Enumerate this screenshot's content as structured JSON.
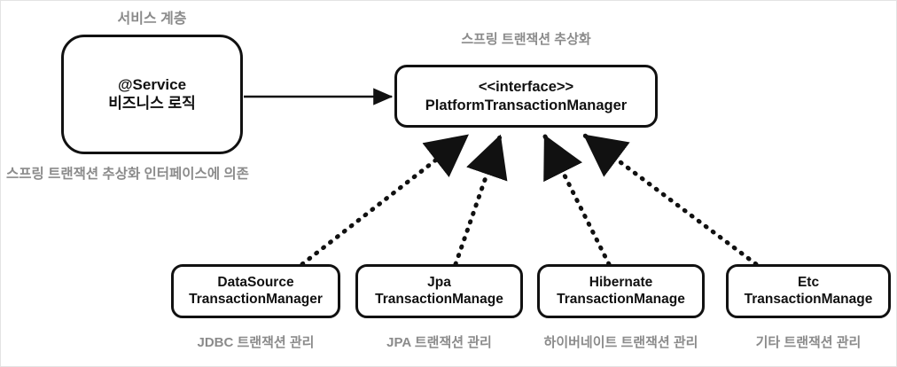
{
  "diagram": {
    "title_service_layer": "서비스 계층",
    "title_abstraction": "스프링 트랜잭션 추상화",
    "note_depends": "스프링 트랜잭션 추상화 인터페이스에 의존",
    "colors": {
      "stroke": "#111111",
      "caption": "#8b8b8b",
      "background": "#ffffff",
      "frame": "#e3e3e3"
    },
    "nodes": {
      "service": {
        "line1": "@Service",
        "line2": "비즈니스 로직"
      },
      "interface": {
        "line1": "<<interface>>",
        "line2": "PlatformTransactionManager"
      },
      "datasource": {
        "line1": "DataSource",
        "line2": "TransactionManager",
        "caption": "JDBC 트랜잭션 관리"
      },
      "jpa": {
        "line1": "Jpa",
        "line2": "TransactionManage",
        "caption": "JPA 트랜잭션 관리"
      },
      "hibernate": {
        "line1": "Hibernate",
        "line2": "TransactionManage",
        "caption": "하이버네이트 트랜잭션 관리"
      },
      "etc": {
        "line1": "Etc",
        "line2": "TransactionManage",
        "caption": "기타 트랜잭션 관리"
      }
    },
    "edges": {
      "service_to_interface": "solid-arrow",
      "datasource_to_interface": "dotted-implements-arrow",
      "jpa_to_interface": "dotted-implements-arrow",
      "hibernate_to_interface": "dotted-implements-arrow",
      "etc_to_interface": "dotted-implements-arrow"
    }
  }
}
